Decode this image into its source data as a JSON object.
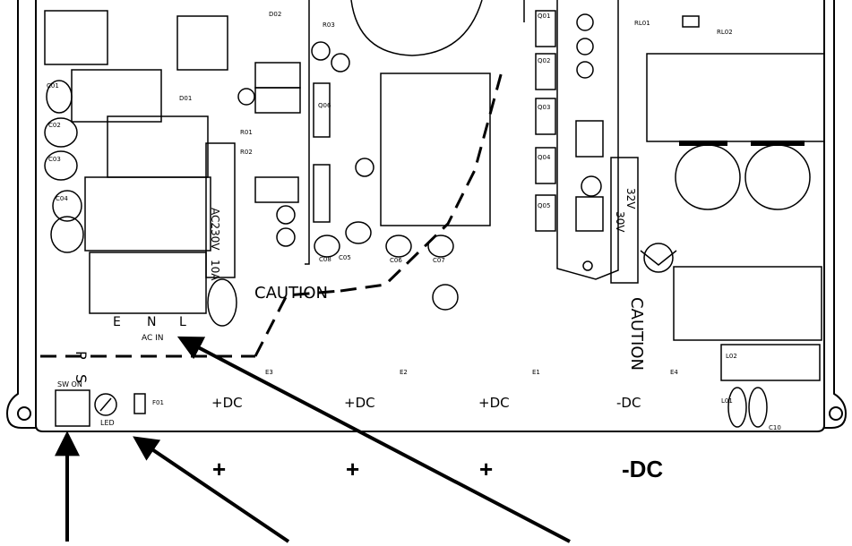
{
  "board": {
    "input_labels": [
      "E",
      "N",
      "L"
    ],
    "input_sublabel": "AC IN",
    "pdc_label": "P",
    "sw_label": "S",
    "sw_caption": "SW ON",
    "led_label": "LED",
    "caution_1": "CAUTION",
    "caution_2": "CAUTION",
    "voltage_labels": [
      "AC230V",
      "32V",
      "30V",
      "10A"
    ],
    "terminal_labels": [
      "+DC",
      "+DC",
      "+DC",
      "-DC"
    ],
    "ref_labels": [
      "C01",
      "C02",
      "C03",
      "C04",
      "C05",
      "C06",
      "C07",
      "C08",
      "D01",
      "D02",
      "R01",
      "R02",
      "R03",
      "Q01",
      "Q02",
      "Q03",
      "Q04",
      "Q05",
      "Q06",
      "L01",
      "L02",
      "C10",
      "E1",
      "E2",
      "E3",
      "E4",
      "RL01",
      "RL02",
      "F01"
    ]
  },
  "polarity_labels": [
    "+",
    "+",
    "+",
    "-DC"
  ],
  "colors": {
    "line": "#000000",
    "background": "#ffffff"
  }
}
